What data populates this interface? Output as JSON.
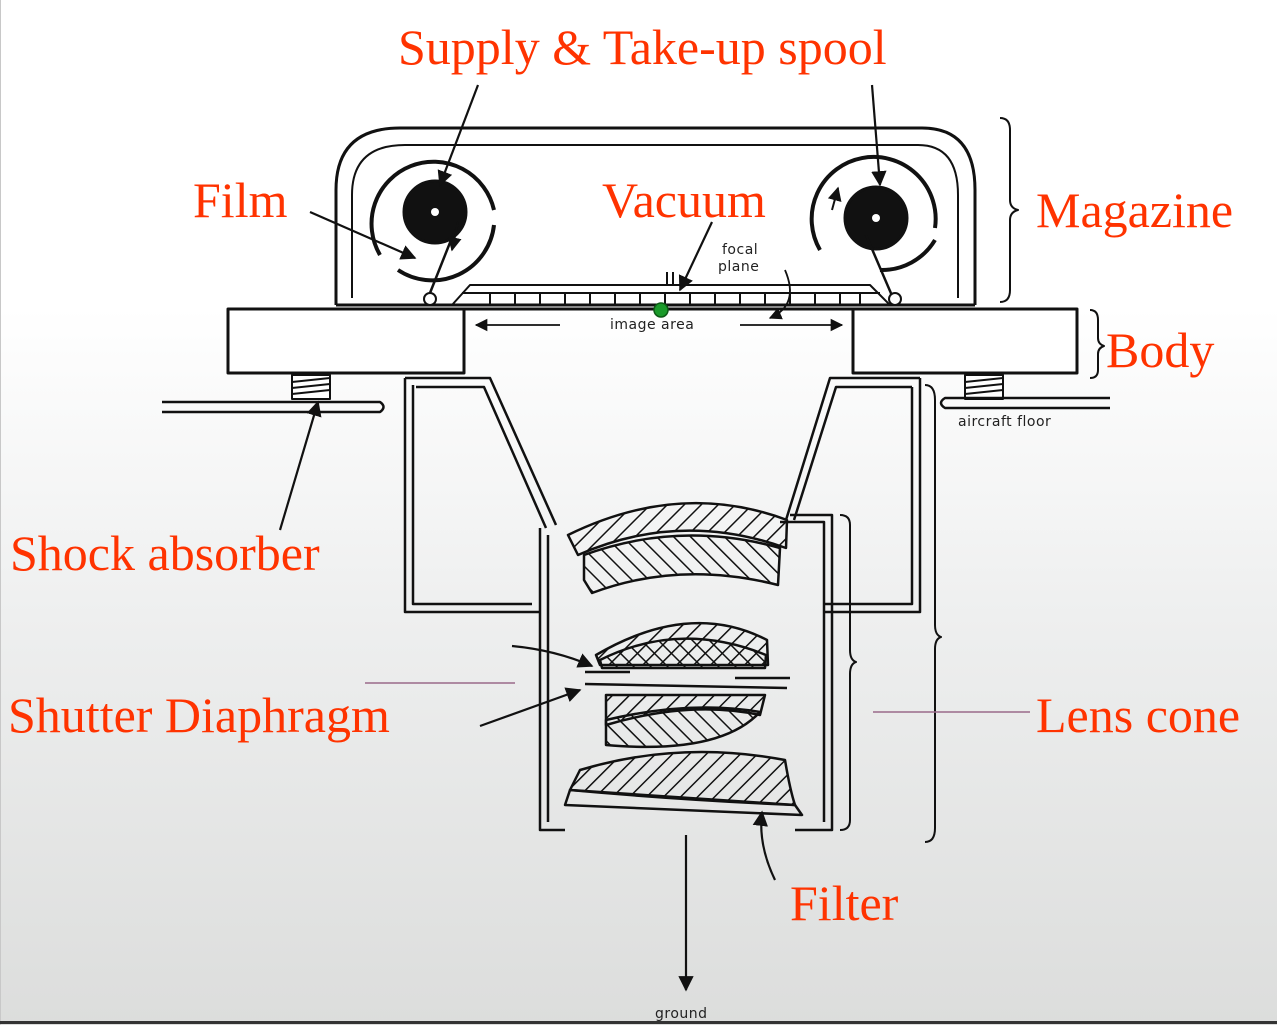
{
  "title": "Aerial camera cross-section",
  "labels": {
    "spools": "Supply & Take-up spool",
    "film": "Film",
    "vacuum": "Vacuum",
    "magazine": "Magazine",
    "body": "Body",
    "shock_absorber": "Shock absorber",
    "shutter_diaphragm": "Shutter Diaphragm",
    "lens_cone": "Lens cone",
    "filter": "Filter"
  },
  "annotations": {
    "focal_plane_line1": "focal",
    "focal_plane_line2": "plane",
    "image_area": "image area",
    "aircraft_floor": "aircraft floor",
    "ground": "ground"
  },
  "colors": {
    "label": "#ff3300",
    "ink": "#111111",
    "leader_line": "#9a6a8a",
    "marker": "#1a9a2a"
  }
}
